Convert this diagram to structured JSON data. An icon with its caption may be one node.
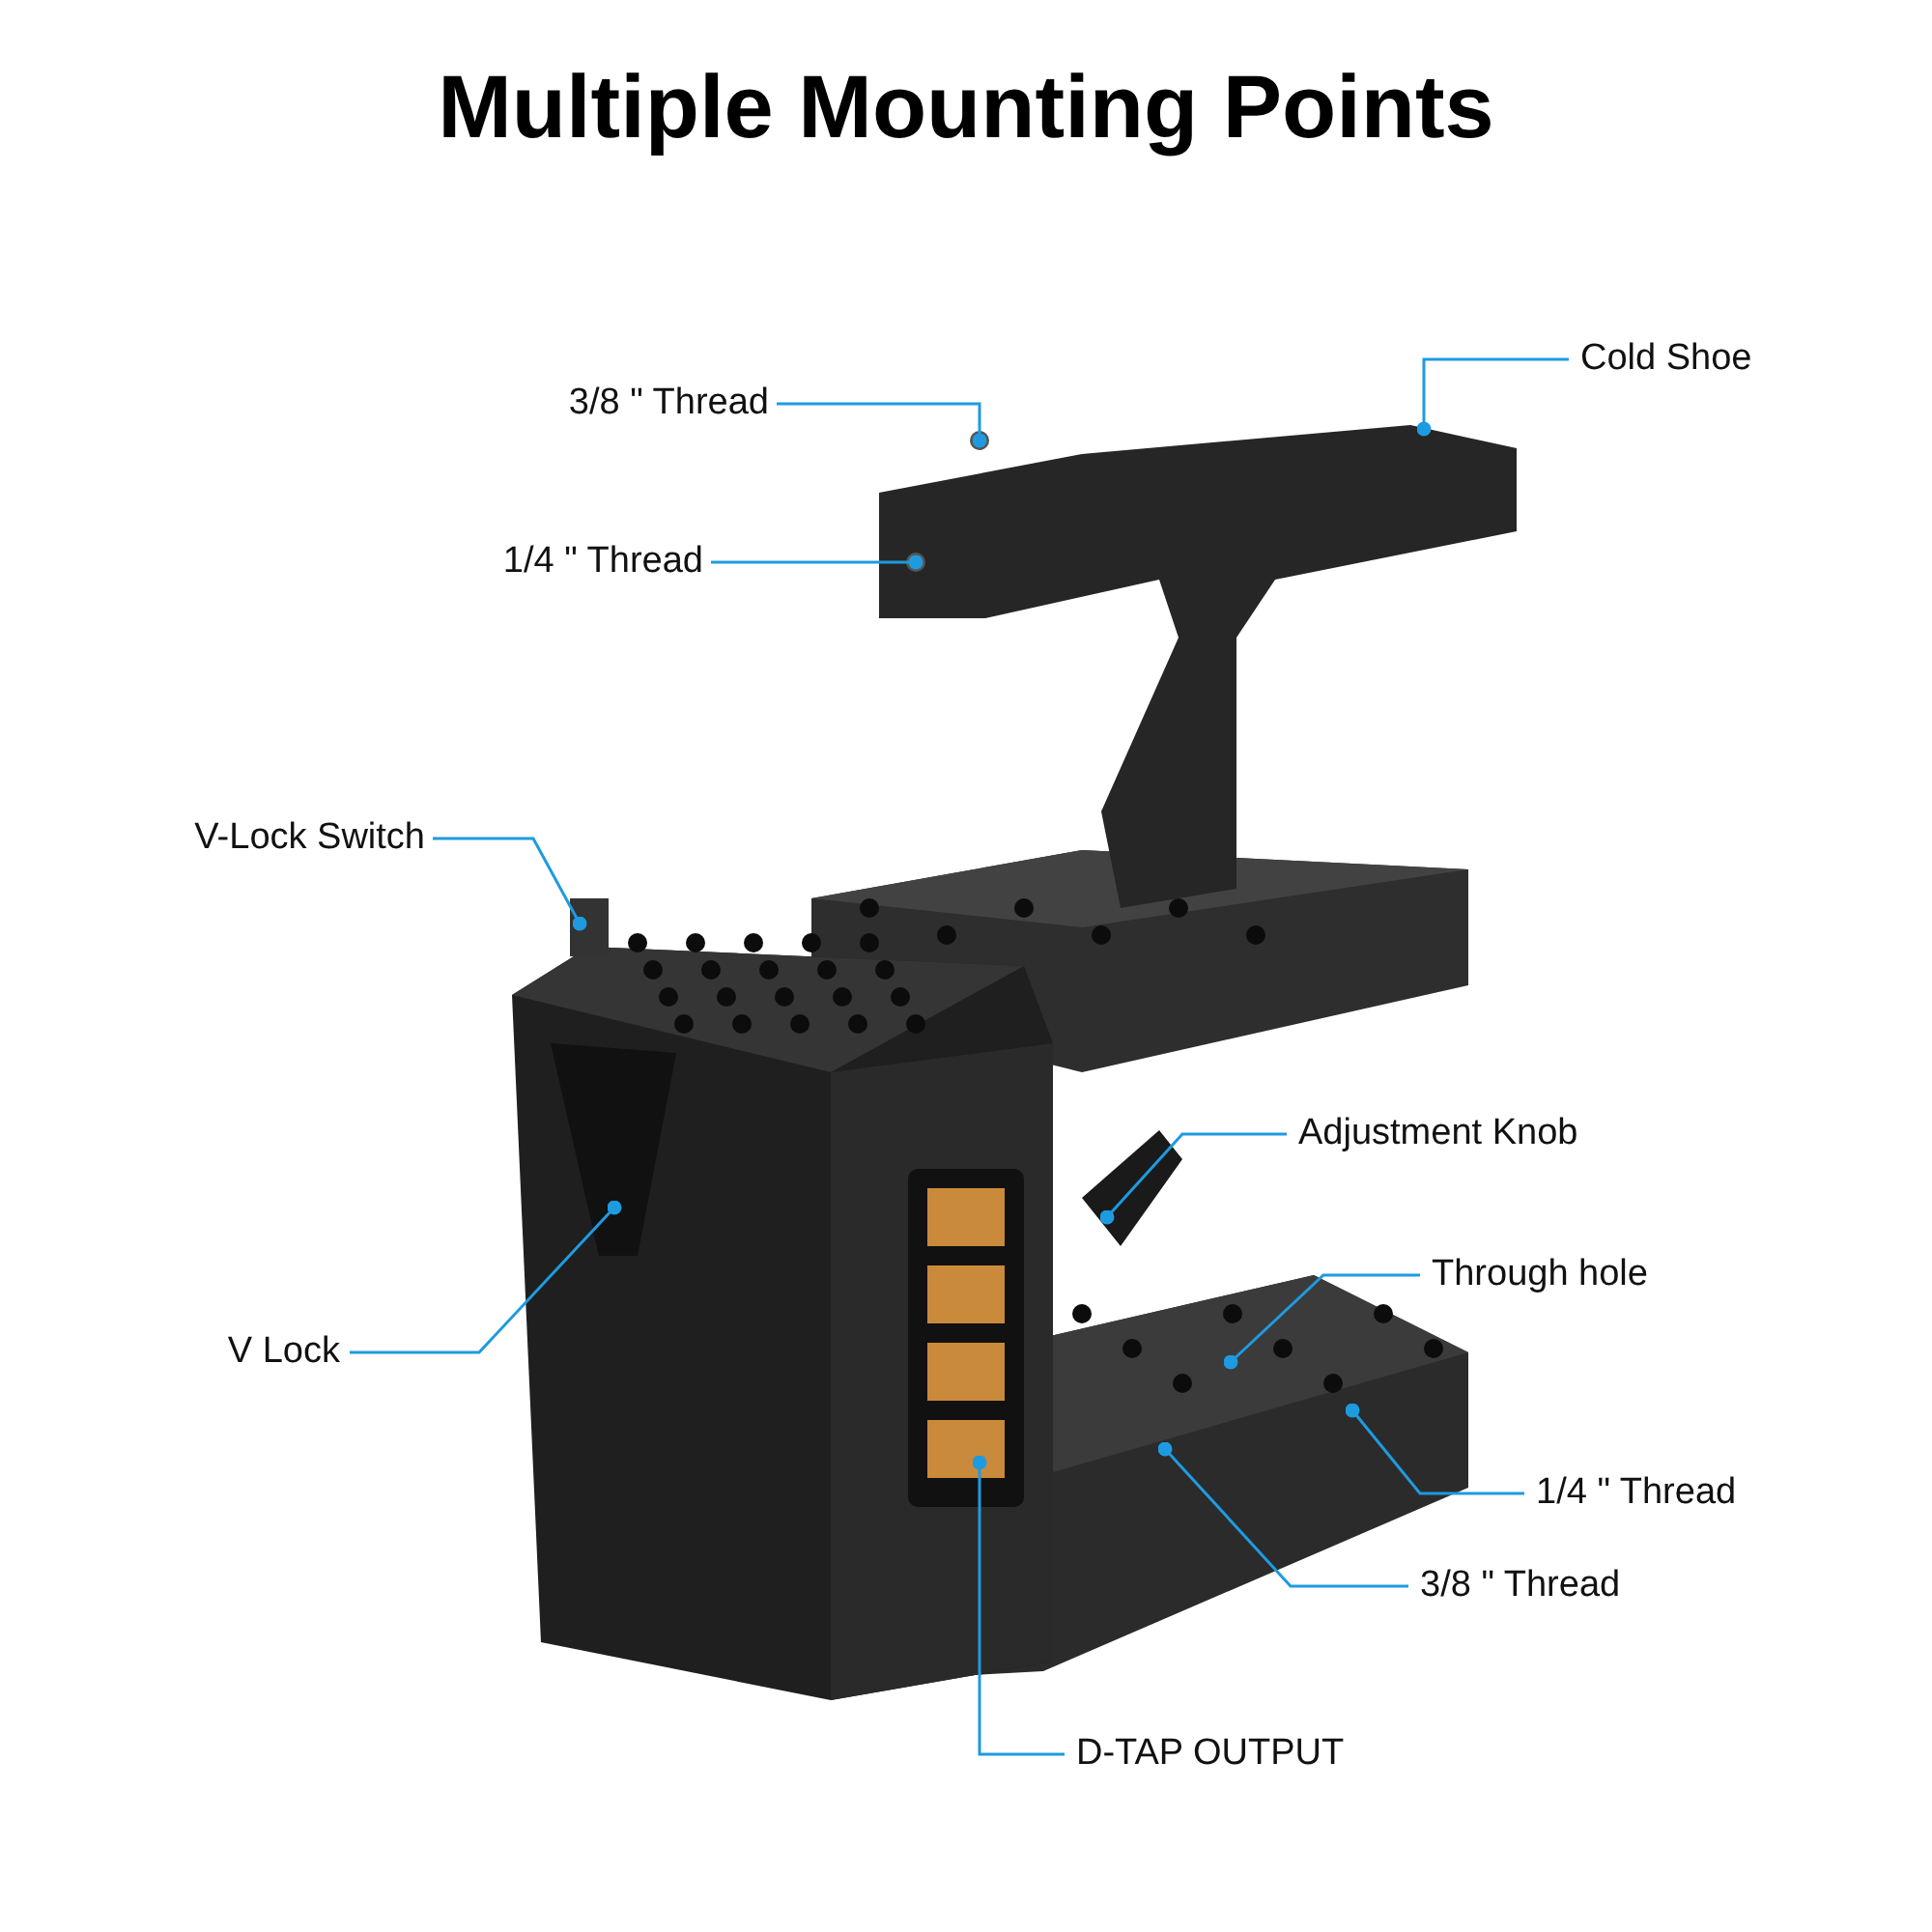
{
  "diagram": {
    "title": "Multiple Mounting Points",
    "nodes": [
      {
        "text": [
          "Cold Shoe"
        ]
      },
      {
        "text": [
          "3/8 \" Thread"
        ]
      },
      {
        "text": [
          "1/4 \" Thread"
        ]
      },
      {
        "text": [
          "V-Lock Switch"
        ]
      },
      {
        "text": [
          "Adjustment Knob"
        ]
      },
      {
        "text": [
          "Through hole"
        ]
      },
      {
        "text": [
          "V Lock"
        ]
      },
      {
        "text": [
          "1/4 \" Thread"
        ]
      },
      {
        "text": [
          "3/8 \" Thread"
        ]
      },
      {
        "text": [
          "D-TAP OUTPUT"
        ]
      }
    ],
    "edges": [
      {
        "from": 0,
        "to": null,
        "arrow": "other"
      },
      {
        "from": 1,
        "to": null,
        "arrow": "other"
      },
      {
        "from": 2,
        "to": null,
        "arrow": "other"
      },
      {
        "from": 3,
        "to": null,
        "arrow": "other"
      },
      {
        "from": 4,
        "to": null,
        "arrow": "other"
      },
      {
        "from": 5,
        "to": null,
        "arrow": "other"
      },
      {
        "from": 6,
        "to": null,
        "arrow": "other"
      },
      {
        "from": 7,
        "to": null,
        "arrow": "other"
      },
      {
        "from": 8,
        "to": null,
        "arrow": "other"
      },
      {
        "from": 9,
        "to": null,
        "arrow": "other"
      }
    ]
  }
}
